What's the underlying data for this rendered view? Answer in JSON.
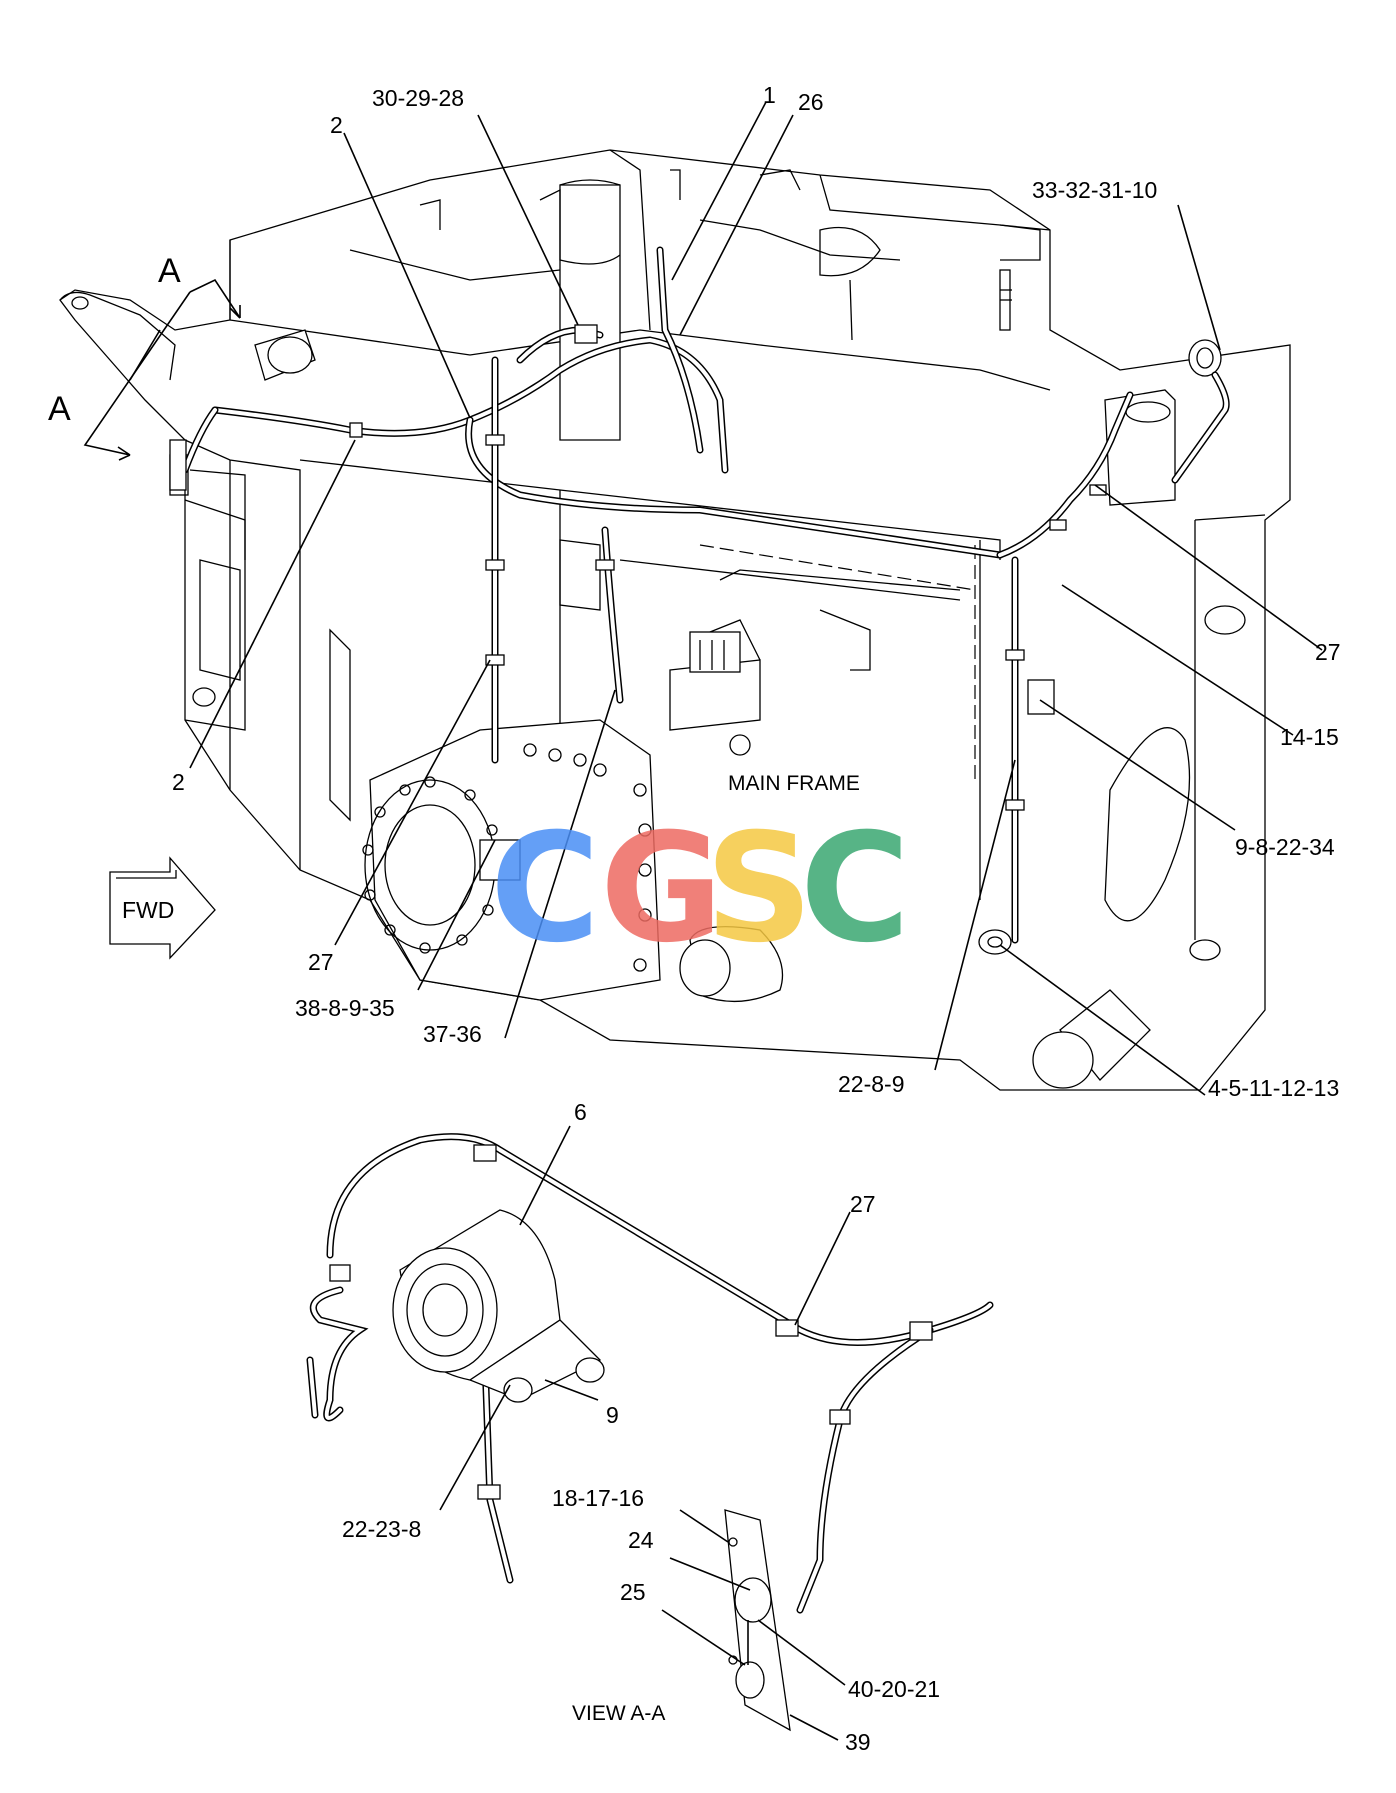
{
  "callouts": [
    {
      "id": "c1",
      "text": "30-29-28"
    },
    {
      "id": "c2",
      "text": "1"
    },
    {
      "id": "c3",
      "text": "26"
    },
    {
      "id": "c4",
      "text": "2"
    },
    {
      "id": "c5",
      "text": "33-32-31-10"
    },
    {
      "id": "c6",
      "text": "A"
    },
    {
      "id": "c7",
      "text": "A"
    },
    {
      "id": "c8",
      "text": "27"
    },
    {
      "id": "c9",
      "text": "14-15"
    },
    {
      "id": "c10",
      "text": "2"
    },
    {
      "id": "c11",
      "text": "9-8-22-34"
    },
    {
      "id": "c12",
      "text": "27"
    },
    {
      "id": "c13",
      "text": "38-8-9-35"
    },
    {
      "id": "c14",
      "text": "37-36"
    },
    {
      "id": "c15",
      "text": "22-8-9"
    },
    {
      "id": "c16",
      "text": "4-5-11-12-13"
    },
    {
      "id": "c17",
      "text": "6"
    },
    {
      "id": "c18",
      "text": "27"
    },
    {
      "id": "c19",
      "text": "9"
    },
    {
      "id": "c20",
      "text": "22-23-8"
    },
    {
      "id": "c21",
      "text": "18-17-16"
    },
    {
      "id": "c22",
      "text": "24"
    },
    {
      "id": "c23",
      "text": "25"
    },
    {
      "id": "c24",
      "text": "40-20-21"
    },
    {
      "id": "c25",
      "text": "39"
    }
  ],
  "labels": {
    "main_frame": "MAIN FRAME",
    "fwd": "FWD",
    "view": "VIEW A-A"
  },
  "watermark": {
    "letters": [
      "C",
      "G",
      "S",
      "C"
    ],
    "colors": [
      "#4a8ff5",
      "#ee6b62",
      "#f5c842",
      "#3aa872"
    ]
  }
}
